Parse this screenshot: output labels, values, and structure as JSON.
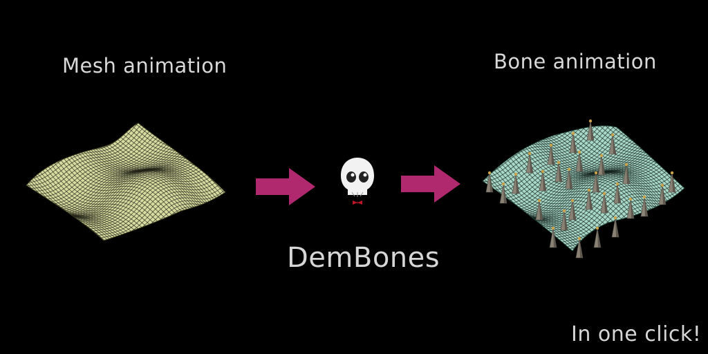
{
  "left_label": "Mesh animation",
  "right_label": "Bone animation",
  "center_label": "DemBones",
  "tagline": "In one click!",
  "colors": {
    "background": "#000000",
    "mesh_fill": "#d6dba0",
    "mesh_grid": "#1a1a10",
    "bone_mesh_fill": "#a8d8c8",
    "bone_mesh_grid": "#0d1a16",
    "arrow": "#b0296e",
    "bone_cone": "#8a8275",
    "bone_tip": "#c9a24a",
    "text": "#d9d9d9"
  },
  "icons": {
    "arrow_left": "arrow-right-icon",
    "logo": "skull-icon",
    "arrow_right": "arrow-right-icon"
  }
}
